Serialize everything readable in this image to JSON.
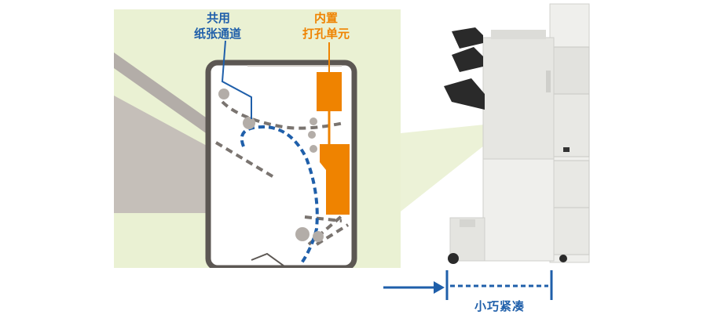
{
  "labels": {
    "shared_paper_path": [
      "共用",
      "纸张通道"
    ],
    "built_in_punch": [
      "内置",
      "打孔单元"
    ],
    "compact": "小巧紧凑"
  },
  "colors": {
    "paper_path_blue": "#1f5faa",
    "punch_orange": "#ef8300",
    "panel_green": "#eaf1d3",
    "machine_gray": "#e9e9e7"
  }
}
